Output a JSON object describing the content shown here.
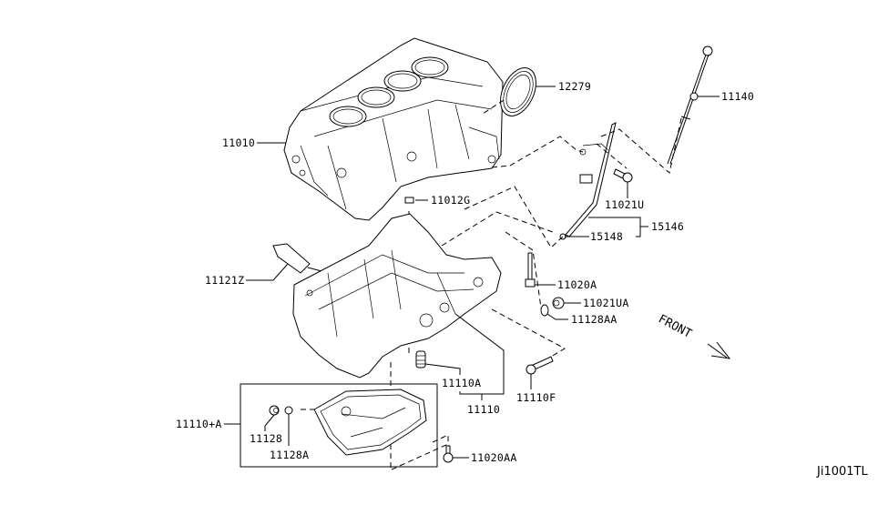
{
  "diagram": {
    "title": "Cylinder Block & Oil Pan",
    "code": "Ji1001TL",
    "front_label": "FRONT",
    "parts": {
      "p12279": "12279",
      "p11140": "11140",
      "p11010": "11010",
      "p11021U": "11021U",
      "p11012G": "11012G",
      "p15146": "15146",
      "p15148": "15148",
      "p11121Z": "11121Z",
      "p11020A": "11020A",
      "p11021UA": "11021UA",
      "p11128AA": "11128AA",
      "p11110A": "11110A",
      "p11110": "11110",
      "p11110F": "11110F",
      "p11110plusA": "11110+A",
      "p11128": "11128",
      "p11128A": "11128A",
      "p11020AA": "11020AA"
    }
  }
}
